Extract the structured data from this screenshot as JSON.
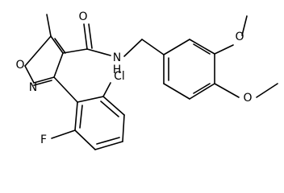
{
  "structure": {
    "atoms": {
      "carbonyl_oxygen": "O",
      "amide_nitrogen": "N",
      "amide_hydrogen": "H",
      "ring_oxygen": "O",
      "ring_nitrogen": "N",
      "chlorine": "Cl",
      "fluorine": "F",
      "methoxy_oxygen_top": "O",
      "methoxy_oxygen_bottom": "O"
    },
    "colors": {
      "bond": "#000000",
      "label": "#000000",
      "background": "#ffffff"
    }
  }
}
